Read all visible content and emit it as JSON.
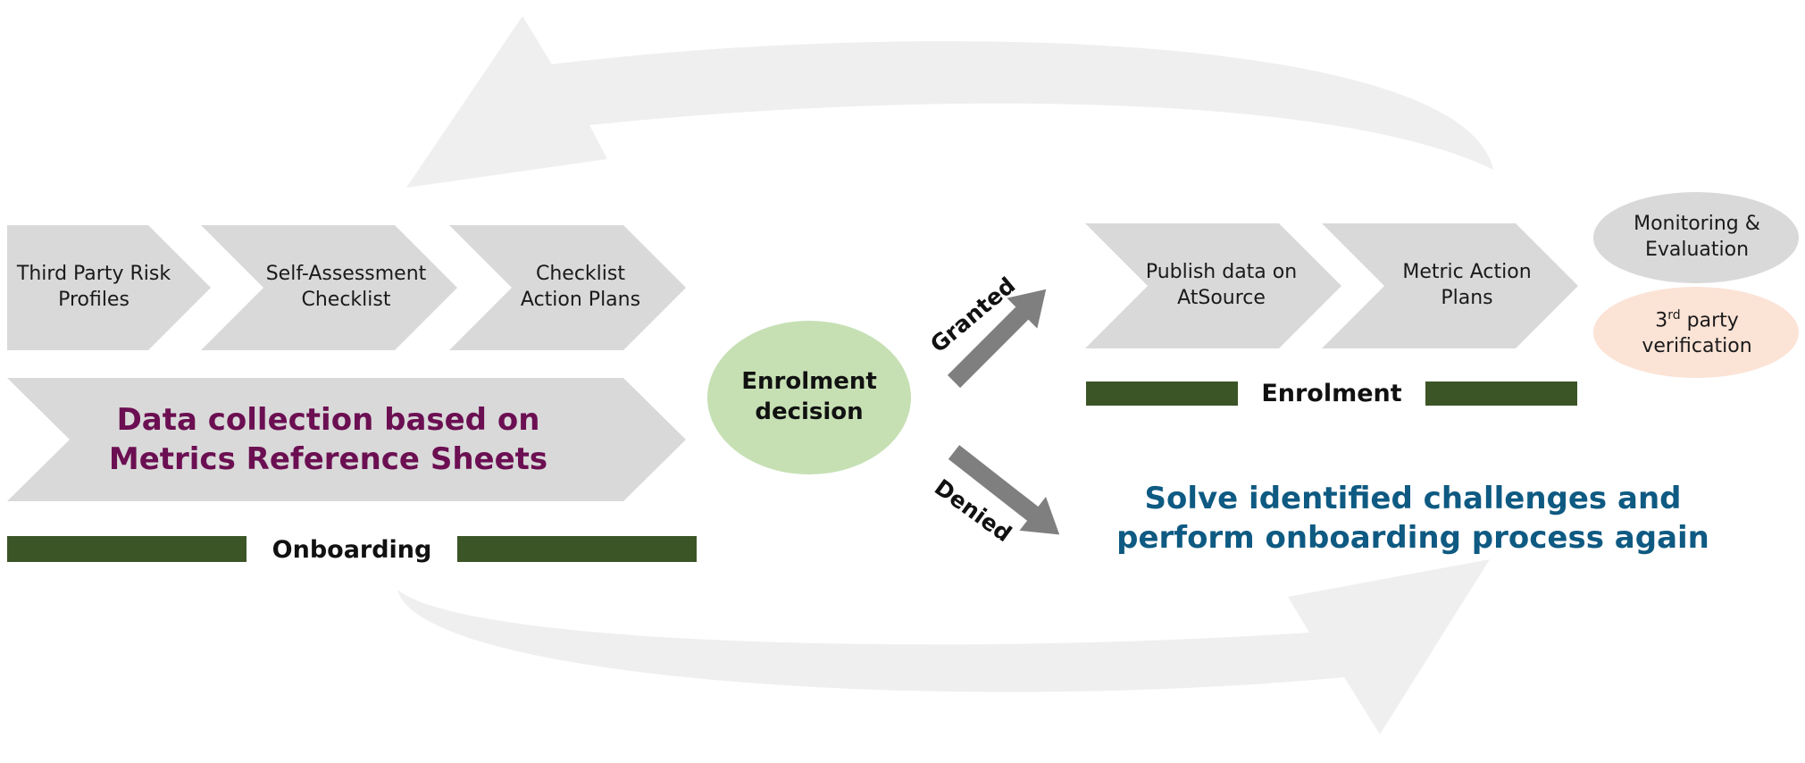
{
  "colors": {
    "chevron": "#d9d9d9",
    "loop_arrow": "#efefef",
    "bar": "#3c5527",
    "decision_fill": "#c6e0b4",
    "monitor_fill": "#d9d9d9",
    "verification_fill": "#fbe3d6",
    "diag_arrow": "#7f7f7f",
    "purple_text": "#6b0f52",
    "blue_text": "#0e5a82"
  },
  "onboarding": {
    "steps": [
      "Third Party Risk Profiles",
      "Self-Assessment Checklist",
      "Checklist Action Plans"
    ],
    "data_collection": "Data collection based on Metrics Reference Sheets",
    "phase_label": "Onboarding"
  },
  "decision": {
    "label": "Enrolment decision",
    "granted": "Granted",
    "denied": "Denied"
  },
  "enrolment": {
    "steps": [
      "Publish data on AtSource",
      "Metric Action Plans"
    ],
    "phase_label": "Enrolment",
    "monitoring": "Monitoring & Evaluation",
    "verification_sup": "rd",
    "verification_num": "3",
    "verification_rest": "party verification"
  },
  "denied_outcome": "Solve identified challenges and perform onboarding process again"
}
